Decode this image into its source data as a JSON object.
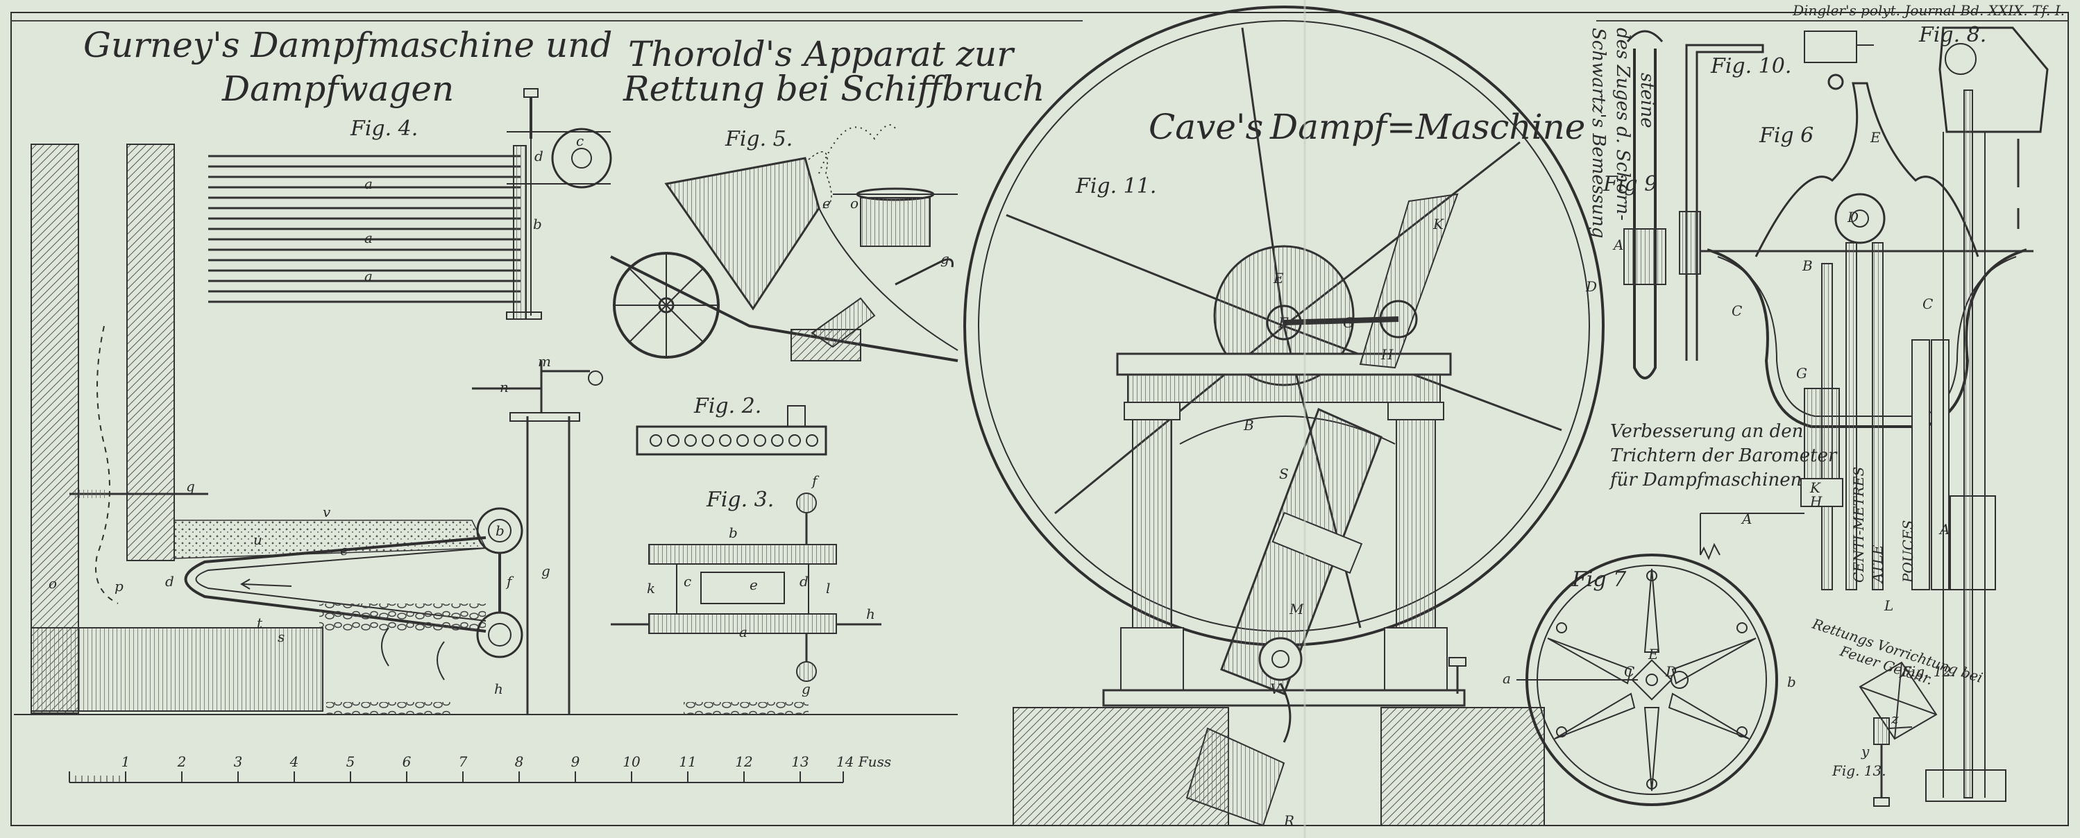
{
  "header": {
    "journal": "Dingler's polyt. Journal Bd. XXIX. Tf. I."
  },
  "titles": {
    "gurney_line1": "Gurney's Dampfmaschine und",
    "gurney_line2": "Dampfwagen",
    "thorold_line1": "Thorold's Apparat zur",
    "thorold_line2": "Rettung bei Schiffbruch",
    "cave_part1": "Cave's",
    "cave_part2": "Dampf=Maschine"
  },
  "figures": {
    "fig2": "Fig. 2.",
    "fig3": "Fig. 3.",
    "fig4": "Fig. 4.",
    "fig5": "Fig. 5.",
    "fig6": "Fig 6",
    "fig7": "Fig 7",
    "fig8": "Fig. 8.",
    "fig9": "Fig 9",
    "fig10": "Fig. 10.",
    "fig11": "Fig. 11.",
    "fig12": "Fig. 12.",
    "fig13": "Fig. 13."
  },
  "notes": {
    "barometer_line1": "Verbesserung an den",
    "barometer_line2": "Trichtern der Barometer",
    "barometer_line3": "für Dampfmaschinen",
    "chimney_line1": "Schwartz's Bemessung",
    "chimney_line2": "des Zuges d. Schorn-",
    "chimney_line3": "steine",
    "fire_line1": "Rettungs Vorrichtung bei",
    "fire_line2": "Feuer Gefahr.",
    "scale_centimetres": "CENTI-METRES",
    "scale_pouces": "POUCES",
    "scale_ate": "ATLE"
  },
  "scale": {
    "ticks": [
      "1",
      "2",
      "3",
      "4",
      "5",
      "6",
      "7",
      "8",
      "9",
      "10",
      "11",
      "12",
      "13",
      "14 Fuss"
    ]
  },
  "letters": {
    "g4_a1": "a",
    "g4_a2": "a",
    "g4_a3": "a",
    "g4_b": "b",
    "g4_d": "d",
    "g4_c": "c",
    "g1_o": "o",
    "g1_p": "p",
    "g1_d": "d",
    "g1_q": "q",
    "g1_v": "v",
    "g1_u": "u",
    "g1_s": "s",
    "g1_t": "t",
    "g1_b": "b",
    "g1_f": "f",
    "g1_g": "g",
    "g1_h": "h",
    "g1_n": "n",
    "g1_m": "m",
    "g1_e": "e",
    "g3_b": "b",
    "g3_a": "a",
    "g3_k": "k",
    "g3_l": "l",
    "g3_c": "c",
    "g3_d": "d",
    "g3_e": "e",
    "g3_f": "f",
    "g3_g": "g",
    "g3_h": "h",
    "g5_e": "e",
    "g5_o": "o",
    "g5_g": "g",
    "g11_B": "B",
    "g11_D": "D",
    "g11_E": "E",
    "g11_F": "F",
    "g11_G": "G",
    "g11_H": "H",
    "g11_K": "K",
    "g11_M": "M",
    "g11_S": "S",
    "g11_V": "V",
    "g11_R": "R",
    "g6_B": "B",
    "g6_E": "E",
    "g6_C1": "C",
    "g6_C2": "C",
    "g6_D": "D",
    "g6_A1": "A",
    "g6_A2": "A",
    "g6_K": "K",
    "g6_H": "H",
    "g6_G": "G",
    "g6_L": "L",
    "g9_A": "A",
    "g7_a": "a",
    "g7_b": "b",
    "g7_E": "E",
    "g7_C": "C",
    "g7_D": "D",
    "g13_y": "y",
    "g13_z": "z"
  }
}
